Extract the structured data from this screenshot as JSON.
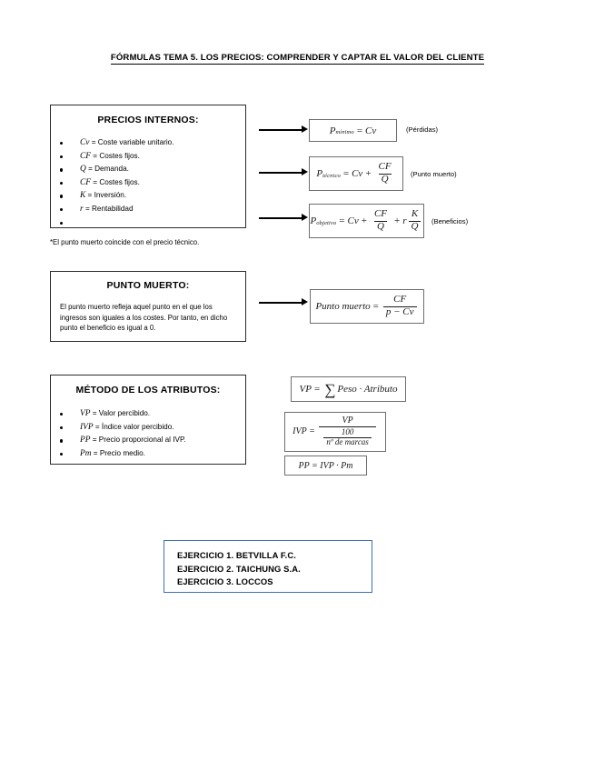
{
  "document": {
    "title": "FÓRMULAS TEMA 5. LOS PRECIOS: COMPRENDER Y CAPTAR EL VALOR DEL CLIENTE"
  },
  "sections": {
    "precios_internos": {
      "heading": "PRECIOS INTERNOS:",
      "items": [
        {
          "symbol": "Cv",
          "definition": "= Coste variable unitario."
        },
        {
          "symbol": "CF",
          "definition": "= Costes fijos."
        },
        {
          "symbol": "Q",
          "definition": "= Demanda."
        },
        {
          "symbol": "CF",
          "definition": "= Costes fijos."
        },
        {
          "symbol": "K",
          "definition": "= Inversión."
        },
        {
          "symbol": "r",
          "definition": "= Rentabilidad"
        },
        {
          "symbol": "",
          "definition": ""
        }
      ],
      "formulas": [
        {
          "lhs": "P",
          "lhs_sub": "mínimo",
          "rhs_plain": "Cv",
          "label": "(Pérdidas)"
        },
        {
          "lhs": "P",
          "lhs_sub": "técnico",
          "rhs_plain": "Cv",
          "frac1_num": "CF",
          "frac1_den": "Q",
          "label": "(Punto muerto)"
        },
        {
          "lhs": "P",
          "lhs_sub": "objetivo",
          "rhs_plain": "Cv",
          "frac1_num": "CF",
          "frac1_den": "Q",
          "coef2": "r",
          "frac2_num": "K",
          "frac2_den": "Q",
          "label": "(Beneficios)"
        }
      ],
      "footnote": "*El punto muerto coincide con el precio técnico."
    },
    "punto_muerto": {
      "heading": "PUNTO MUERTO:",
      "paragraph": "El punto muerto refleja aquel punto en el que los ingresos son iguales a los costes. Por tanto, en dicho punto el beneficio es igual a 0.",
      "formula": {
        "lhs": "Punto muerto",
        "num": "CF",
        "den": "p − Cv"
      }
    },
    "metodo_atributos": {
      "heading": "MÉTODO DE LOS ATRIBUTOS:",
      "items": [
        {
          "symbol": "VP",
          "definition": "= Valor percibido."
        },
        {
          "symbol": "IVP",
          "definition": "= Índice valor percibido."
        },
        {
          "symbol": "PP",
          "definition": "= Precio proporcional al IVP."
        },
        {
          "symbol": "Pm",
          "definition": "= Precio medio."
        }
      ],
      "formulas": {
        "vp": {
          "lhs": "VP",
          "sigma": "∑",
          "rhs": "Peso · Atributo"
        },
        "ivp": {
          "lhs": "IVP",
          "num": "VP",
          "den_num": "100",
          "den_den": "nº de marcas"
        },
        "pp": {
          "text": "PP = IVP · Pm"
        }
      }
    },
    "exercises": {
      "items": [
        "EJERCICIO 1. BETVILLA F.C.",
        "EJERCICIO 2. TAICHUNG S.A.",
        "EJERCICIO 3. LOCCOS"
      ],
      "border_color": "#3f6fb5"
    }
  }
}
